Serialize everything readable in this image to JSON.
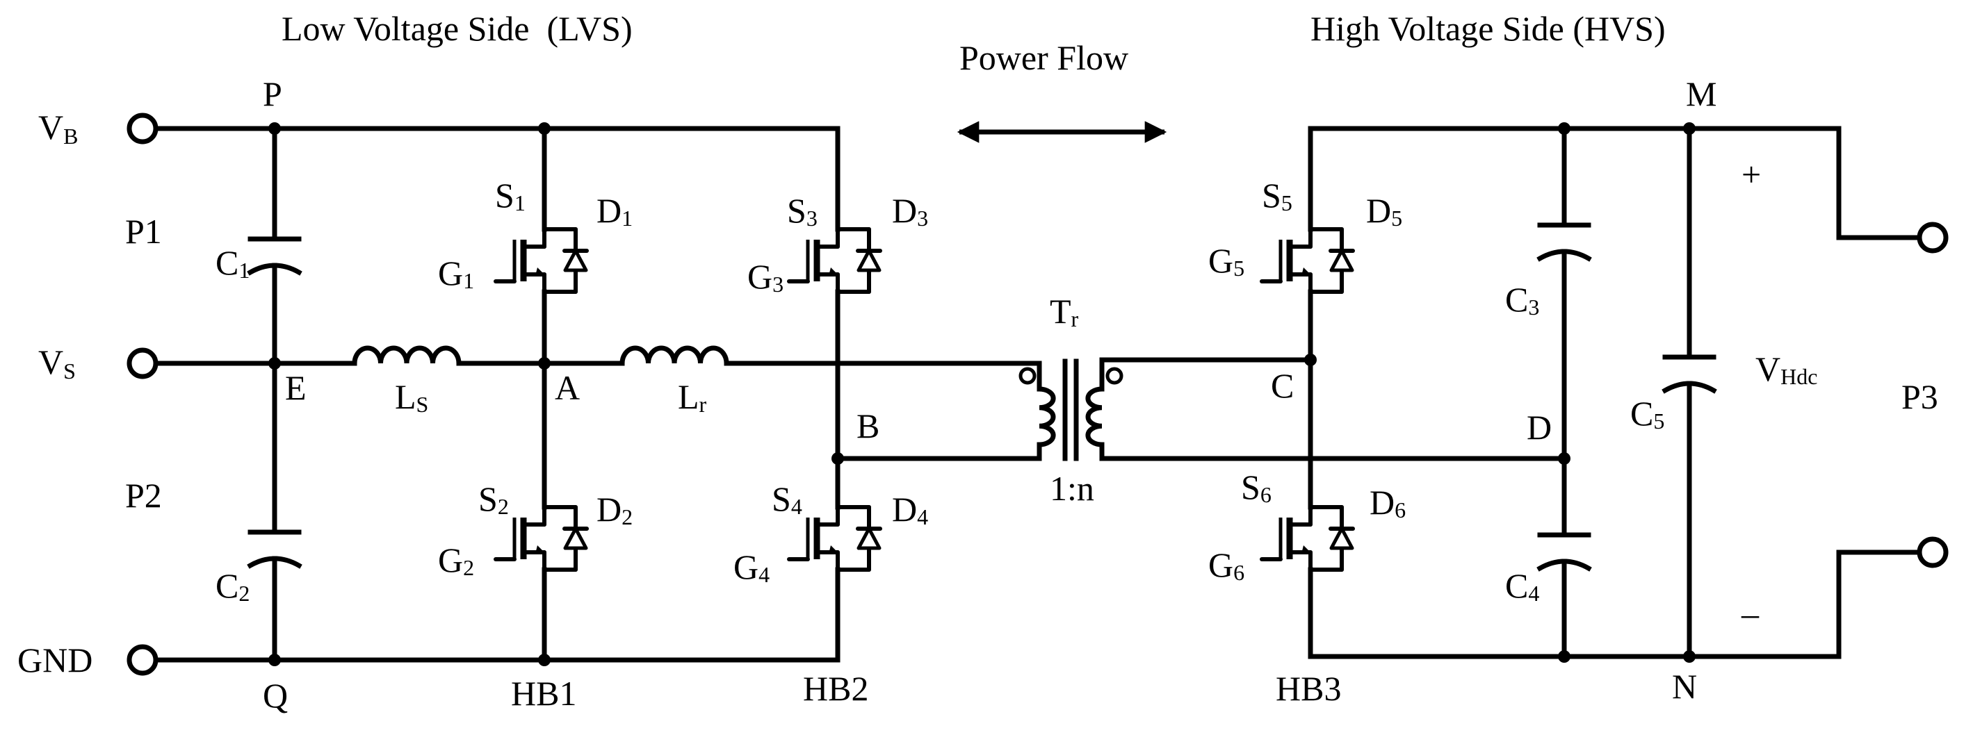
{
  "headings": {
    "lvs": "Low Voltage Side  (LVS)",
    "power_flow": "Power Flow",
    "hvs": "High Voltage Side (HVS)"
  },
  "terminals": {
    "vb": {
      "main": "V",
      "sub": "B"
    },
    "vs": {
      "main": "V",
      "sub": "S"
    },
    "gnd": "GND",
    "p1": "P1",
    "p2": "P2",
    "p3": "P3"
  },
  "nodes": {
    "p": "P",
    "e": "E",
    "a": "A",
    "b": "B",
    "q": "Q",
    "c": "C",
    "d": "D",
    "m": "M",
    "n": "N"
  },
  "bridges": {
    "hb1": "HB1",
    "hb2": "HB2",
    "hb3": "HB3"
  },
  "components": {
    "c1": {
      "main": "C",
      "sub": "1"
    },
    "c2": {
      "main": "C",
      "sub": "2"
    },
    "c3": {
      "main": "C",
      "sub": "3"
    },
    "c4": {
      "main": "C",
      "sub": "4"
    },
    "c5": {
      "main": "C",
      "sub": "5"
    },
    "ls": {
      "main": "L",
      "sub": "S"
    },
    "lr": {
      "main": "L",
      "sub": "r"
    },
    "tr": {
      "main": "T",
      "sub": "r"
    },
    "ratio": "1:n",
    "vhdc": {
      "main": "V",
      "sub": "Hdc"
    },
    "plus": "+",
    "minus": "–"
  },
  "switches": {
    "s1": {
      "main": "S",
      "sub": "1"
    },
    "d1": {
      "main": "D",
      "sub": "1"
    },
    "g1": {
      "main": "G",
      "sub": "1"
    },
    "s2": {
      "main": "S",
      "sub": "2"
    },
    "d2": {
      "main": "D",
      "sub": "2"
    },
    "g2": {
      "main": "G",
      "sub": "2"
    },
    "s3": {
      "main": "S",
      "sub": "3"
    },
    "d3": {
      "main": "D",
      "sub": "3"
    },
    "g3": {
      "main": "G",
      "sub": "3"
    },
    "s4": {
      "main": "S",
      "sub": "4"
    },
    "d4": {
      "main": "D",
      "sub": "4"
    },
    "g4": {
      "main": "G",
      "sub": "4"
    },
    "s5": {
      "main": "S",
      "sub": "5"
    },
    "d5": {
      "main": "D",
      "sub": "5"
    },
    "g5": {
      "main": "G",
      "sub": "5"
    },
    "s6": {
      "main": "S",
      "sub": "6"
    },
    "d6": {
      "main": "D",
      "sub": "6"
    },
    "g6": {
      "main": "G",
      "sub": "6"
    }
  }
}
